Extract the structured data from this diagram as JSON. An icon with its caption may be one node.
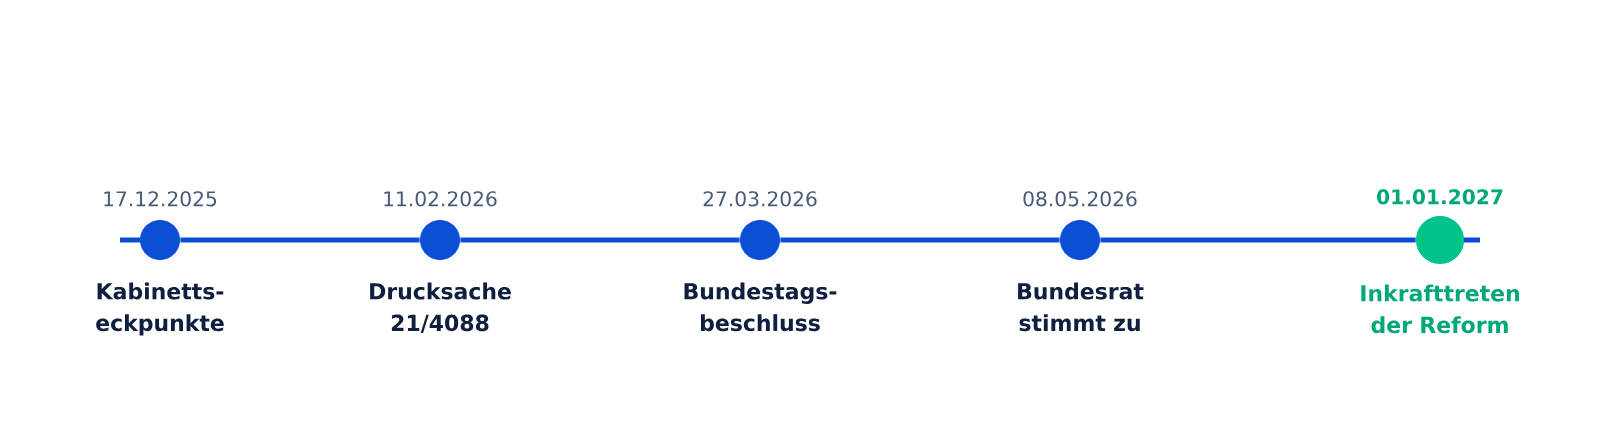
{
  "diagram": {
    "nodes": [
      {
        "text": [
          "Kabinetts- eckpunkte"
        ],
        "beside": [
          "17.12.2025"
        ]
      },
      {
        "text": [
          "Drucksache 21/4088"
        ],
        "beside": [
          "11.02.2026"
        ]
      },
      {
        "text": [
          "Bundestags- beschluss"
        ],
        "beside": [
          "27.03.2026"
        ]
      },
      {
        "text": [
          "Bundesrat stimmt zu"
        ],
        "beside": [
          "08.05.2026"
        ]
      },
      {
        "text": [
          "Inkrafttreten der Reform"
        ],
        "beside": [
          "01.01.2027"
        ]
      }
    ],
    "edges": [
      {
        "from": 0,
        "to": 1,
        "arrow": "none"
      },
      {
        "from": 1,
        "to": 2,
        "arrow": "none"
      },
      {
        "from": 2,
        "to": 3,
        "arrow": "none"
      },
      {
        "from": 3,
        "to": 4,
        "arrow": "none"
      }
    ]
  }
}
